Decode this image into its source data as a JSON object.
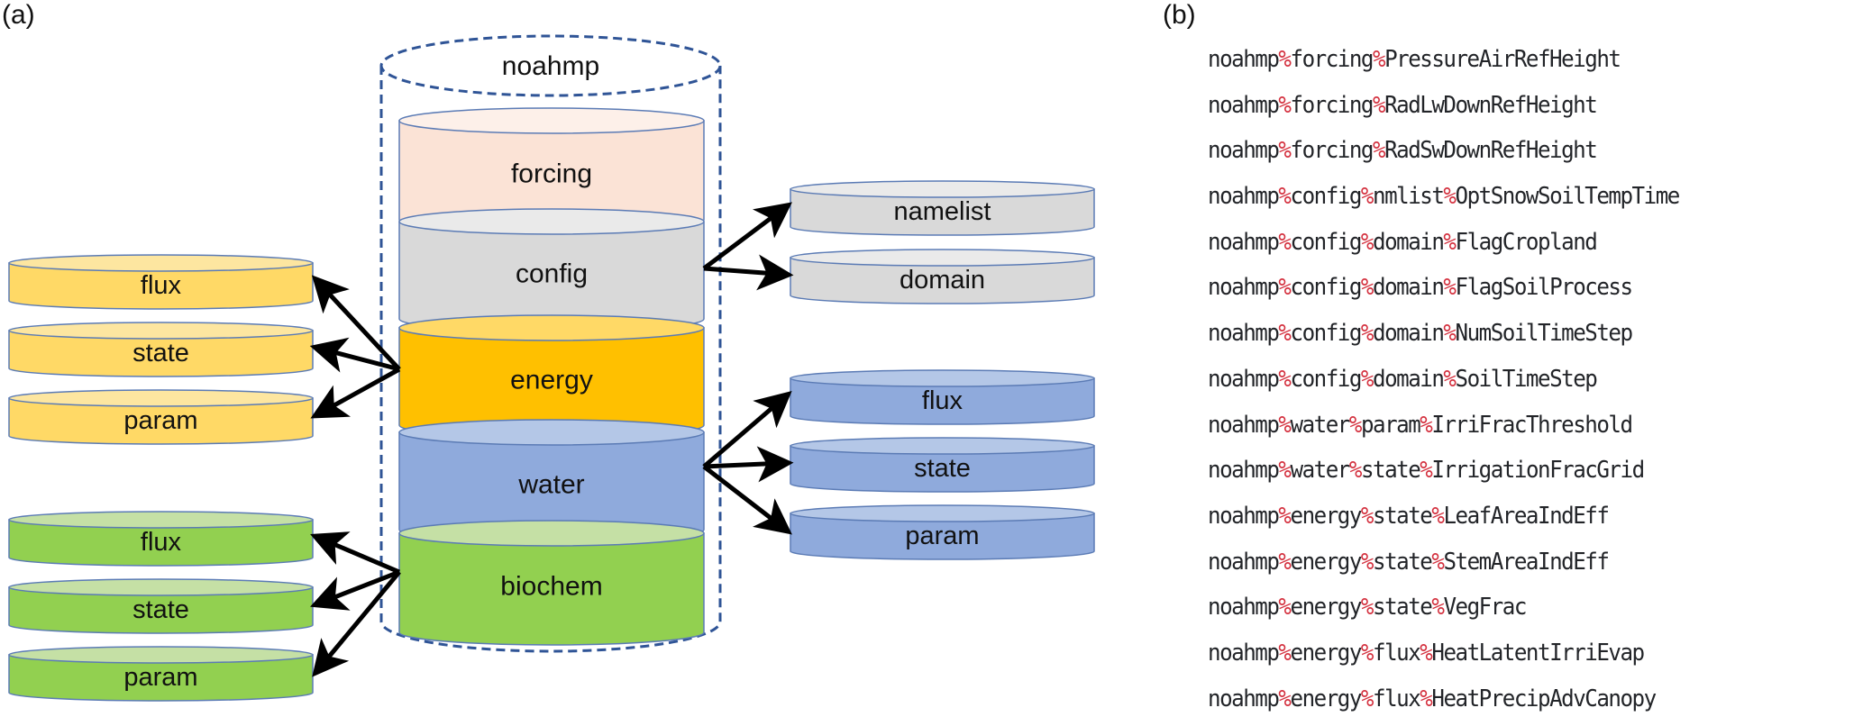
{
  "panels": {
    "a_label": "(a)",
    "b_label": "(b)"
  },
  "diagram": {
    "container": {
      "label": "noahmp",
      "border_color": "#2f5496"
    },
    "main_stack": [
      {
        "id": "forcing",
        "label": "forcing",
        "fill": "#fbe3d6",
        "top": "#fdf0e9"
      },
      {
        "id": "config",
        "label": "config",
        "fill": "#d9d9d9",
        "top": "#eaeaea"
      },
      {
        "id": "energy",
        "label": "energy",
        "fill": "#ffc000",
        "top": "#ffd966"
      },
      {
        "id": "water",
        "label": "water",
        "fill": "#8faadc",
        "top": "#b4c7e7"
      },
      {
        "id": "biochem",
        "label": "biochem",
        "fill": "#92d050",
        "top": "#c5e0a5"
      }
    ],
    "children": {
      "config": {
        "side": "right",
        "fill": "#d9d9d9",
        "top": "#eaeaea",
        "items": [
          "namelist",
          "domain"
        ]
      },
      "energy": {
        "side": "left",
        "fill": "#ffd966",
        "top": "#fde6a0",
        "items": [
          "flux",
          "state",
          "param"
        ]
      },
      "water": {
        "side": "right",
        "fill": "#8faadc",
        "top": "#b4c7e7",
        "items": [
          "flux",
          "state",
          "param"
        ]
      },
      "biochem": {
        "side": "left",
        "fill": "#92d050",
        "top": "#c5e0a5",
        "items": [
          "flux",
          "state",
          "param"
        ]
      }
    },
    "edge_color": "#5b7bb5",
    "arrow_color": "#000000"
  },
  "variable_paths": {
    "separator": "%",
    "separator_color": "#d4313f",
    "items": [
      [
        "noahmp",
        "forcing",
        "PressureAirRefHeight"
      ],
      [
        "noahmp",
        "forcing",
        "RadLwDownRefHeight"
      ],
      [
        "noahmp",
        "forcing",
        "RadSwDownRefHeight"
      ],
      [
        "noahmp",
        "config",
        "nmlist",
        "OptSnowSoilTempTime"
      ],
      [
        "noahmp",
        "config",
        "domain",
        "FlagCropland"
      ],
      [
        "noahmp",
        "config",
        "domain",
        "FlagSoilProcess"
      ],
      [
        "noahmp",
        "config",
        "domain",
        "NumSoilTimeStep"
      ],
      [
        "noahmp",
        "config",
        "domain",
        "SoilTimeStep"
      ],
      [
        "noahmp",
        "water",
        "param",
        "IrriFracThreshold"
      ],
      [
        "noahmp",
        "water",
        "state",
        "IrrigationFracGrid"
      ],
      [
        "noahmp",
        "energy",
        "state",
        "LeafAreaIndEff"
      ],
      [
        "noahmp",
        "energy",
        "state",
        "StemAreaIndEff"
      ],
      [
        "noahmp",
        "energy",
        "state",
        "VegFrac"
      ],
      [
        "noahmp",
        "energy",
        "flux",
        "HeatLatentIrriEvap"
      ],
      [
        "noahmp",
        "energy",
        "flux",
        "HeatPrecipAdvCanopy"
      ]
    ]
  }
}
